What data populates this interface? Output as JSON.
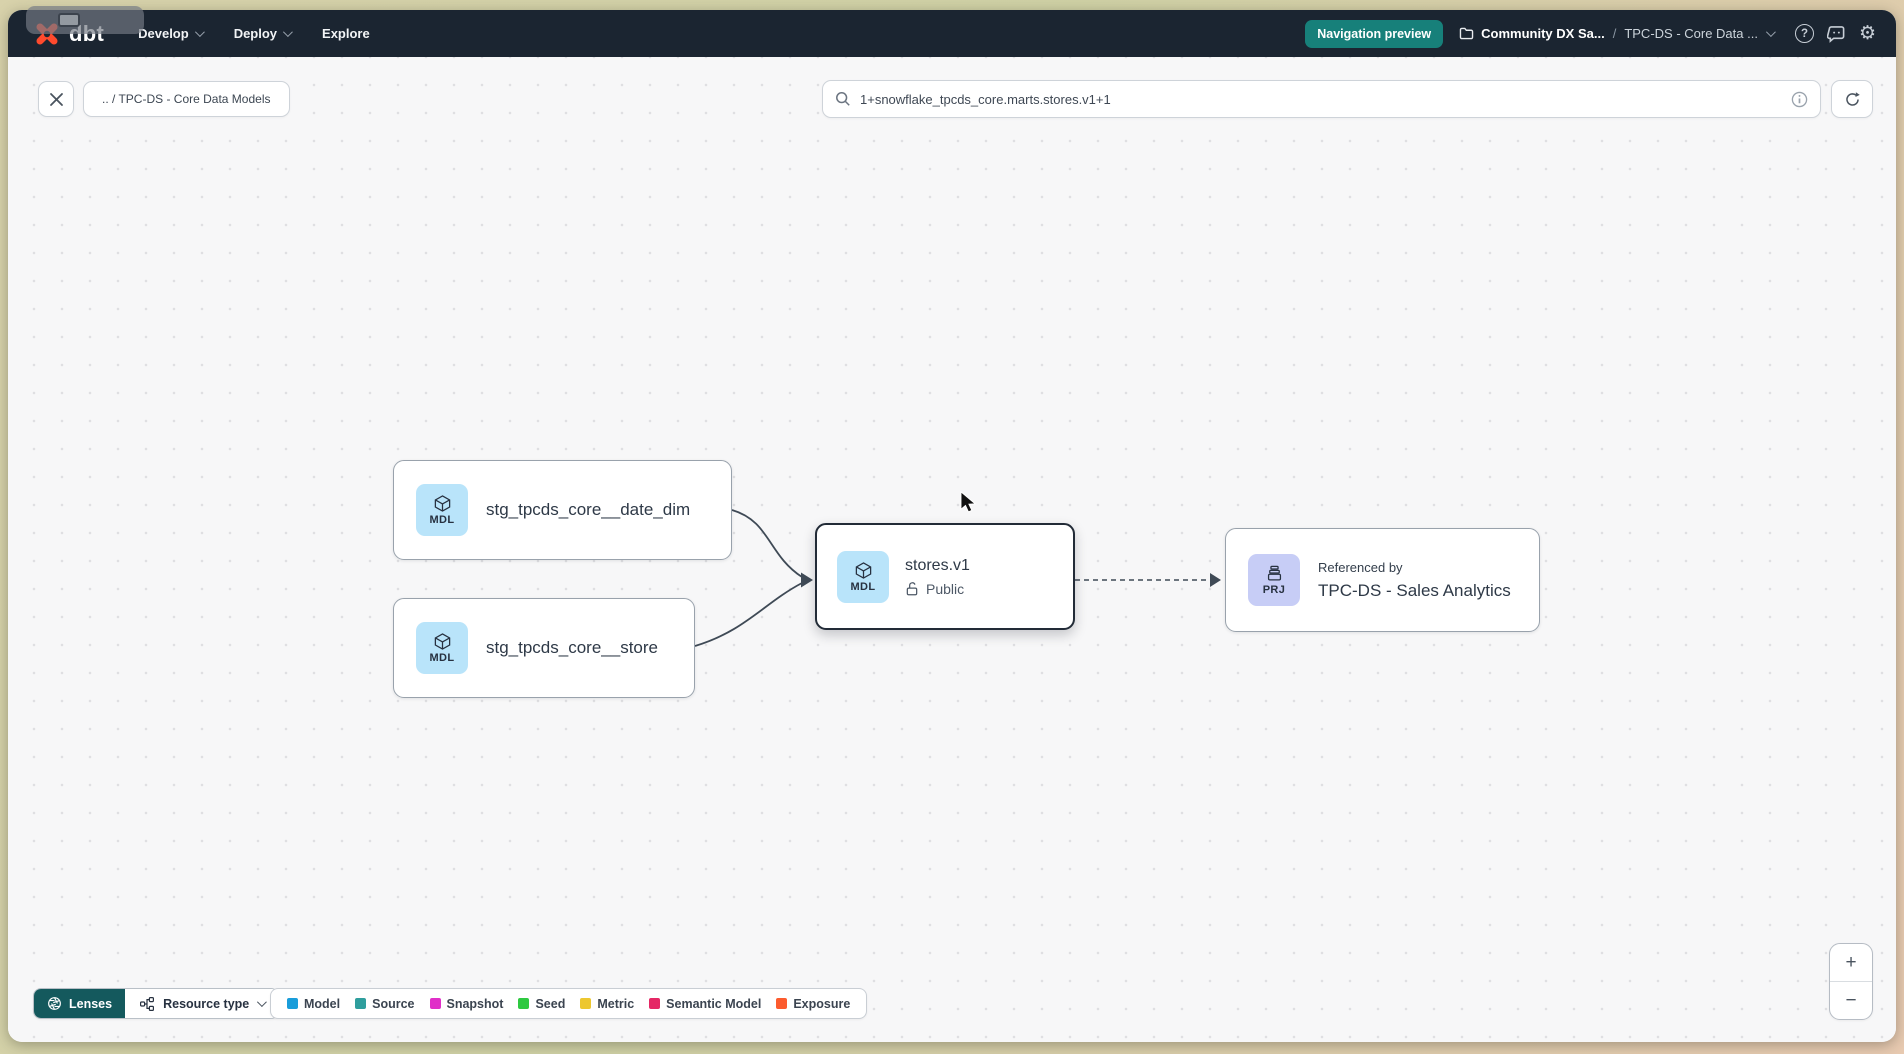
{
  "navbar": {
    "logo_text": "dbt",
    "items": [
      {
        "label": "Develop"
      },
      {
        "label": "Deploy"
      },
      {
        "label": "Explore"
      }
    ],
    "preview_badge": "Navigation preview",
    "breadcrumb": {
      "project": "Community DX Sa...",
      "separator": "/",
      "page": "TPC-DS - Core Data ..."
    }
  },
  "toolbar": {
    "back_chip": ".. / TPC-DS - Core Data Models",
    "search_value": "1+snowflake_tpcds_core.marts.stores.v1+1"
  },
  "graph": {
    "nodes": [
      {
        "badge": "MDL",
        "label": "stg_tpcds_core__date_dim"
      },
      {
        "badge": "MDL",
        "label": "stg_tpcds_core__store"
      },
      {
        "badge": "MDL",
        "label": "stores.v1",
        "access": "Public"
      },
      {
        "badge": "PRJ",
        "kicker": "Referenced by",
        "label": "TPC-DS - Sales Analytics"
      }
    ]
  },
  "footer": {
    "lenses_label": "Lenses",
    "resource_type_label": "Resource type",
    "legend": [
      {
        "label": "Model",
        "color": "#199dda"
      },
      {
        "label": "Source",
        "color": "#2f9e9d"
      },
      {
        "label": "Snapshot",
        "color": "#e02ec8"
      },
      {
        "label": "Seed",
        "color": "#2ec941"
      },
      {
        "label": "Metric",
        "color": "#edc72f"
      },
      {
        "label": "Semantic Model",
        "color": "#e52765"
      },
      {
        "label": "Exposure",
        "color": "#fc5b2e"
      }
    ]
  },
  "zoom_controls": {
    "zoom_in": "+",
    "zoom_out": "−"
  },
  "colors": {
    "navbar_bg": "#1b2531",
    "accent_teal": "#17807a",
    "logo_orange": "#ff4a2d",
    "mdl_tile": "#b9e4fa",
    "prj_tile": "#c7cdf6"
  }
}
